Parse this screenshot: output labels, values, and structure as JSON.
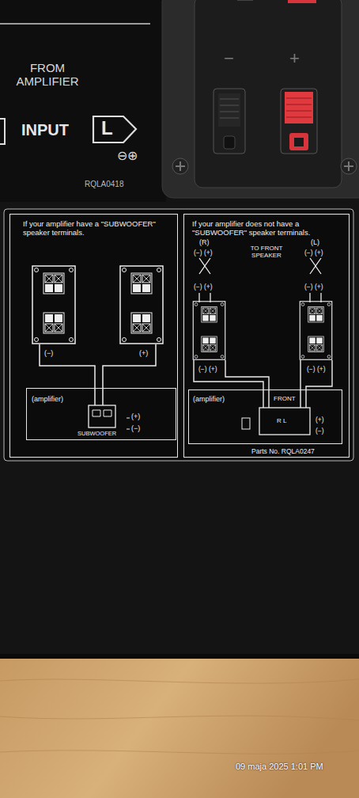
{
  "diagram": {
    "nodes": [
      {
        "text": [
          "If your amplifier have a \"SUBWOOFER\" speaker terminals."
        ]
      },
      {
        "text": [
          "(amplifier)"
        ],
        "in": 0
      },
      {
        "text": [
          "If your amplifier does not have a \"SUBWOOFER\" speaker terminals."
        ]
      },
      {
        "text": [
          "(amplifier)"
        ],
        "in": 2
      }
    ],
    "labels": [
      "FROM AMPLIFIER",
      "INPUT",
      "L",
      "⊖⊕",
      "RQLA0418",
      "−",
      "+",
      "(−)",
      "(+)",
      "SUBWOOFER",
      "(+)",
      "(−)",
      "(R)",
      "(−) (+)",
      "TO FRONT SPEAKER",
      "(L)",
      "(−) (+)",
      "(−) (+)",
      "(−) (+)",
      "(−) (+)",
      "(−) (+)",
      "FRONT",
      "R L",
      "(+)",
      "(−)",
      "Parts No. RQLA0247",
      "09 maja 2025 1:01 PM"
    ]
  }
}
